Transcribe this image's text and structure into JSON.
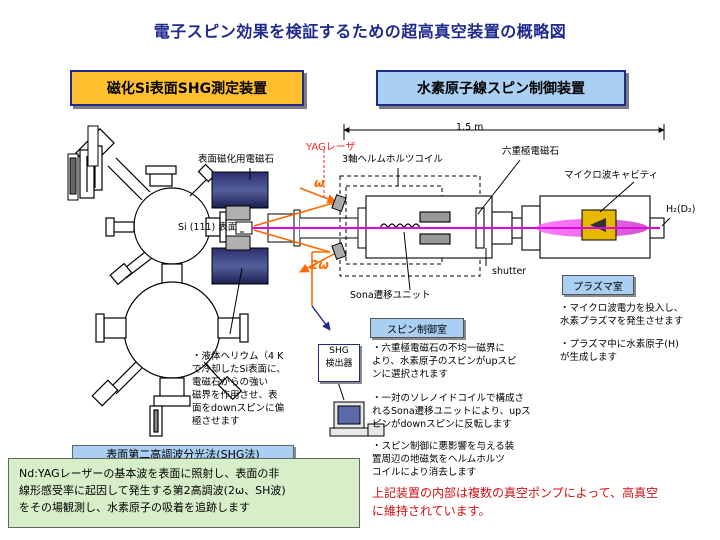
{
  "title": "電子スピン効果を検証するための超高真空装置の概略図",
  "header_left": "磁化Si表面SHG測定装置",
  "header_right": "水素原子線スピン制御装置",
  "labels": {
    "length": "1.5 m",
    "yag": "YAGレーザ",
    "omega": "ω",
    "two_omega": "2ω",
    "surface_magnet": "表面磁化用電磁石",
    "helmholtz": "3軸ヘルムホルツコイル",
    "hexapole": "六重極電磁石",
    "microwave": "マイクロ波キャビティ",
    "h2": "H₂(D₂)",
    "si111": "Si (111) 表面",
    "shutter": "shutter",
    "sona": "Sona遷移ユニット",
    "shg_detector_line1": "SHG",
    "shg_detector_line2": "検出器"
  },
  "tags": {
    "spin_room": "スピン制御室",
    "plasma_room": "プラズマ室"
  },
  "notes": {
    "helium": [
      "・液体ヘリウム（4 K",
      "で冷却したSi表面に、",
      "電磁石からの強い",
      "磁界を作用させ、表",
      "面をdownスピンに偏",
      "極させます"
    ],
    "spin1": [
      "・六重極電磁石の不均一磁界に",
      "より、水素原子のスピンがupスピ",
      "ンに選択されます"
    ],
    "spin2": [
      "・一対のソレノイドコイルで構成さ",
      "れるSona遷移ユニットにより、upス",
      "ピンがdownスピンに反転します"
    ],
    "spin3": [
      "・スピン制御に悪影響を与える装",
      "置周辺の地磁気をヘルムホルツ",
      "コイルにより消去します"
    ],
    "plasma1": [
      "・マイクロ波電力を投入し、",
      "水素プラズマを発生させます"
    ],
    "plasma2": [
      "・プラズマ中に水素原子(H)",
      "が生成します"
    ]
  },
  "shg_method": "表面第二高調波分光法(SHG法)",
  "bottom_text": [
    "Nd:YAGレーザーの基本波を表面に照射し、表面の非",
    "線形感受率に起因して発生する第2高調波(2ω、SH波)",
    "をその場観測し、水素原子の吸着を追跡します"
  ],
  "footer_note": [
    "上記装置の内部は複数の真空ポンプによって、高真空",
    "に維持されています。"
  ]
}
